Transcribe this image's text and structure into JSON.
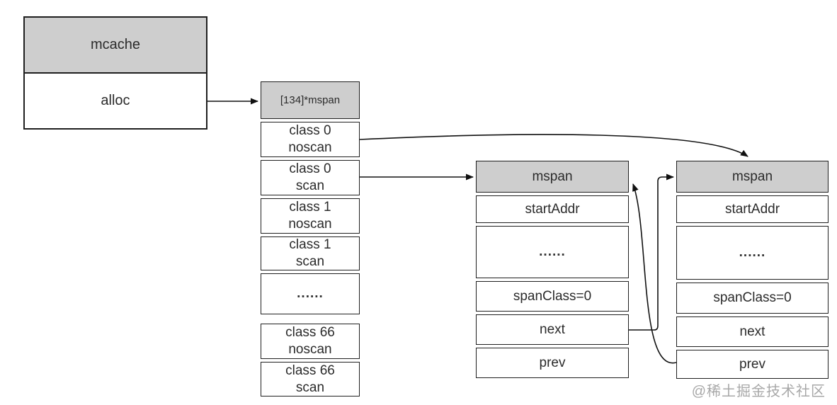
{
  "diagram_title": "Go mcache / mspan structure diagram",
  "colors": {
    "header_fill": "#cecece",
    "border": "#1f1f1f",
    "arrow": "#111111",
    "watermark": "#a8a8a8",
    "background": "#ffffff"
  },
  "mcache": {
    "header": "mcache",
    "field": "alloc"
  },
  "span_array": {
    "header": "[134]*mspan",
    "cells": [
      "class 0\nnoscan",
      "class 0\nscan",
      "class 1\nnoscan",
      "class 1\nscan",
      "......",
      "class 66\nnoscan",
      "class 66\nscan"
    ]
  },
  "mspan_left": {
    "header": "mspan",
    "fields": [
      "startAddr",
      "......",
      "spanClass=0",
      "next",
      "prev"
    ]
  },
  "mspan_right": {
    "header": "mspan",
    "fields": [
      "startAddr",
      "......",
      "spanClass=0",
      "next",
      "prev"
    ]
  },
  "arrows": [
    "alloc to span array",
    "class 0 noscan to right mspan top",
    "class 0 scan to left mspan header",
    "left mspan next to right mspan header",
    "right mspan prev to left mspan header"
  ],
  "watermark": "@稀土掘金技术社区"
}
